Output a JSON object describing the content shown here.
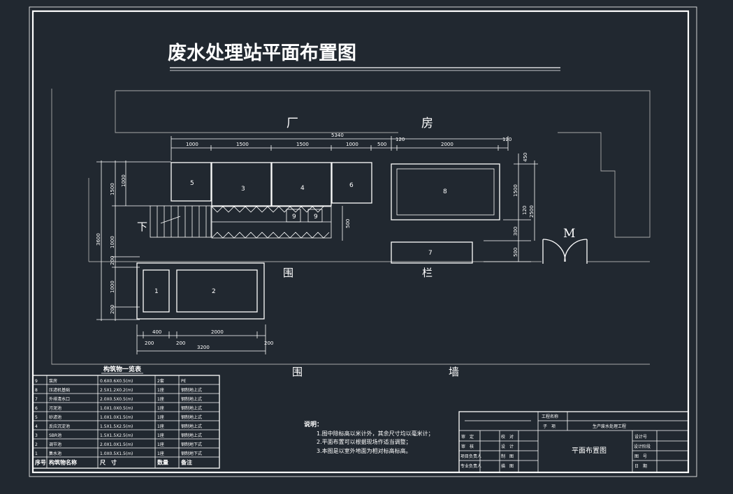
{
  "title": "废水处理站平面布置图",
  "labels": {
    "plant_a": "厂",
    "plant_b": "房",
    "fence_a": "围",
    "fence_b": "栏",
    "wall_a": "围",
    "wall_b": "墙",
    "down": "下",
    "door": "M"
  },
  "tanks": {
    "t1": "1",
    "t2": "2",
    "t3": "3",
    "t4": "4",
    "t5": "5",
    "t6": "6",
    "t7": "7",
    "t8": "8",
    "t9a": "9",
    "t9b": "9"
  },
  "dims": {
    "total": "5340",
    "d1": "1000",
    "d2": "1500",
    "d3": "1500",
    "d4": "1000",
    "d5": "500",
    "d6": "120",
    "d7": "2000",
    "d8": "120",
    "v1": "1500",
    "v2": "1000",
    "v3": "3600",
    "v4": "1500",
    "v5": "120",
    "v6": "2500",
    "v7": "300",
    "v8": "500",
    "v9": "500",
    "v10": "1000",
    "v11": "200",
    "v12": "450",
    "b1": "400",
    "b2": "2000",
    "b3": "200",
    "b4": "200",
    "b5": "3200",
    "b6": "200"
  },
  "table": {
    "title": "构筑物一览表",
    "headers": [
      "序号",
      "构筑物名称",
      "尺　寸",
      "数量",
      "备注"
    ],
    "rows": [
      [
        "9",
        "泵房",
        "0.6X0.6X0.5(m)",
        "2套",
        "PE"
      ],
      [
        "8",
        "压滤机基础",
        "2.5X1.2X0.2(m)",
        "1座",
        "钢制地上式"
      ],
      [
        "7",
        "外排清水口",
        "2.0X0.5X0.5(m)",
        "1座",
        "钢制地上式"
      ],
      [
        "6",
        "污泥池",
        "1.0X1.0X0.5(m)",
        "1座",
        "钢制地上式"
      ],
      [
        "5",
        "砂滤池",
        "1.0X1.0X1.5(m)",
        "1座",
        "钢制地上式"
      ],
      [
        "4",
        "反应沉淀池",
        "1.5X1.5X2.5(m)",
        "1座",
        "钢制地上式"
      ],
      [
        "3",
        "SBR池",
        "1.5X1.5X2.5(m)",
        "1座",
        "钢制地上式"
      ],
      [
        "2",
        "调节池",
        "2.0X1.0X1.5(m)",
        "1座",
        "钢制地下式"
      ],
      [
        "1",
        "集水池",
        "1.0X0.5X1.5(m)",
        "1座",
        "钢制地下式"
      ]
    ]
  },
  "notes": {
    "heading": "说明：",
    "n1": "1.图中除标高以米计外，其余尺寸均以毫米计；",
    "n2": "2.平面布置可以根据现场作适当调整；",
    "n3": "3.本图是以室外地面为相对标高标高。"
  },
  "title_block": {
    "project_label": "工程名称",
    "project_value": "",
    "item_label": "子　项",
    "item_value": "生产废水处理工程",
    "drawing_name": "平面布置图",
    "l1": "审　定",
    "l2": "审　核",
    "l3": "项目负责人",
    "l4": "专业负责人",
    "m1": "校　对",
    "m2": "设　计",
    "m3": "制　图",
    "m4": "描　图",
    "r1": "设计号",
    "r2": "设计阶段",
    "r3": "图　号",
    "r4": "日　期"
  }
}
